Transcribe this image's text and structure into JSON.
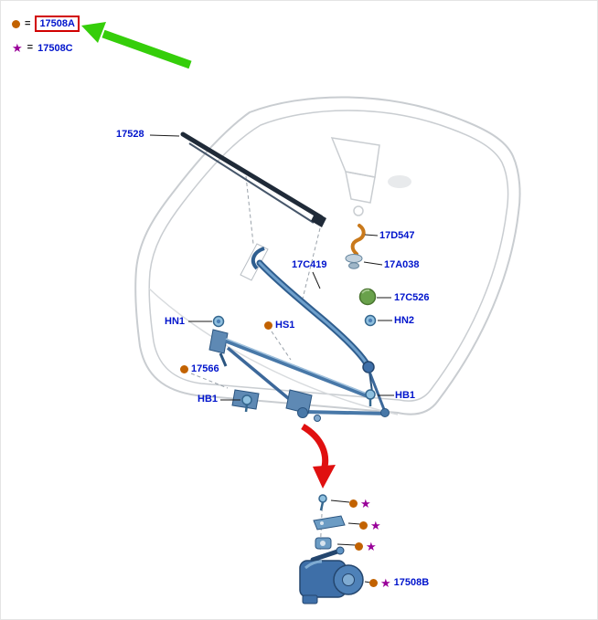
{
  "legend": {
    "equals": "=",
    "items": [
      {
        "marker": "orange-dot",
        "label": "17508A",
        "highlighted": true
      },
      {
        "marker": "purple-star",
        "label": "17508C",
        "highlighted": false
      }
    ]
  },
  "symbols": {
    "star": "★"
  },
  "part_labels": {
    "blade": "17528",
    "hook": "17D547",
    "grommet": "17A038",
    "arm": "17C419",
    "cap": "17C526",
    "hn1": "HN1",
    "hn2": "HN2",
    "hs1": "HS1",
    "linkage": "17566",
    "hb1_left": "HB1",
    "hb1_right": "HB1",
    "motor": "17508B"
  },
  "colors": {
    "label_blue": "#0014CC",
    "marker_orange": "#C26200",
    "marker_purple": "#990099",
    "arrow_green": "#35CE0A",
    "arrow_red": "#E01010",
    "highlight_box_red": "#D10000",
    "part_blue": "#3E6FA8",
    "part_green": "#69A14B"
  }
}
